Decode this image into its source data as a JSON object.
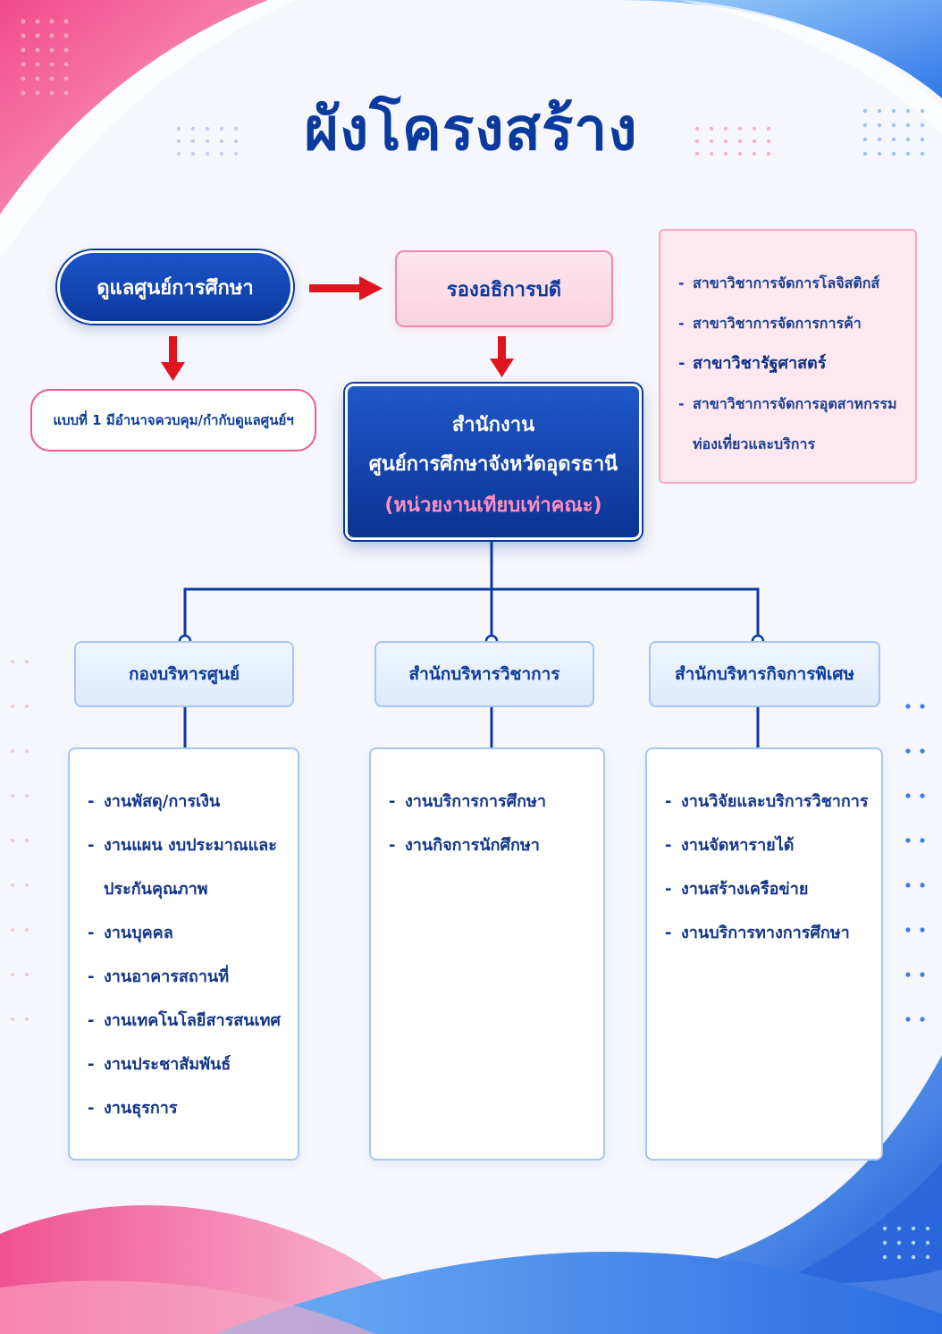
{
  "title": "ผังโครงสร้าง",
  "supervise_label": "ดูแลศูนย์การศึกษา",
  "vice_president_label": "รองอธิการบดี",
  "note_label": "แบบที่ 1 มีอำนาจควบคุม/กำกับดูแลศูนย์ฯ",
  "main_office": {
    "line1": "สำนักงาน",
    "line2": "ศูนย์การศึกษาจังหวัดอุดรธานี",
    "line3": "(หน่วยงานเทียบเท่าคณะ)"
  },
  "programs": {
    "items": [
      "สาขาวิชาการจัดการโลจิสติกส์",
      "สาขาวิชาการจัดการการค้า",
      "สาขาวิชารัฐศาสตร์",
      "สาขาวิชาการจัดการอุตสาหกรรม"
    ],
    "continuation": "ท่องเที่ยวและบริการ"
  },
  "divisions": [
    {
      "name": "กองบริหารศูนย์",
      "items": [
        "งานพัสดุ/การเงิน",
        "งานแผน งบประมาณและ",
        "งานบุคคล",
        "งานอาคารสถานที่",
        "งานเทคโนโลยีสารสนเทศ",
        "งานประชาสัมพันธ์",
        "งานธุรการ"
      ],
      "continuation": "ประกันคุณภาพ"
    },
    {
      "name": "สำนักบริหารวิชาการ",
      "items": [
        "งานบริการการศึกษา",
        "งานกิจการนักศึกษา"
      ]
    },
    {
      "name": "สำนักบริหารกิจการพิเศษ",
      "items": [
        "งานวิจัยและบริการวิชาการ",
        "งานจัดหารายได้",
        "งานสร้างเครือข่าย",
        "งานบริการทางการศึกษา"
      ]
    }
  ],
  "colors": {
    "primary_blue": "#0b3a9e",
    "accent_pink": "#e85c92",
    "arrow_red": "#e0141e",
    "light_pink": "#fde8ef",
    "light_blue": "#e4eefc"
  },
  "icons": [
    "arrow-right-icon",
    "arrow-down-icon",
    "connector-dot-icon"
  ]
}
